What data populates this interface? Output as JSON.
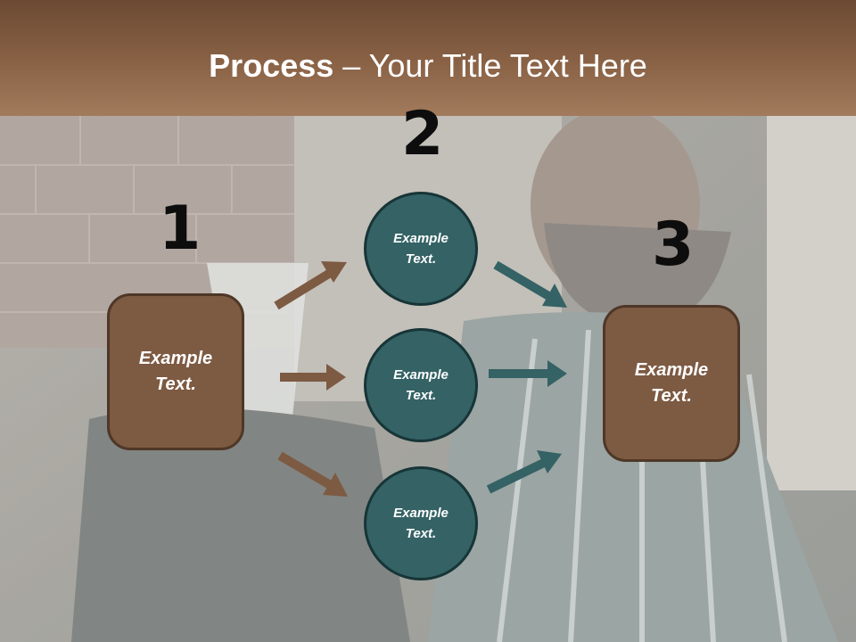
{
  "title": {
    "bold": "Process",
    "rest": " – Your Title Text Here"
  },
  "steps": {
    "n1": "1",
    "n2": "2",
    "n3": "3"
  },
  "left_box": {
    "text": "Example Text."
  },
  "circles": [
    {
      "text": "Example Text."
    },
    {
      "text": "Example Text."
    },
    {
      "text": "Example Text."
    }
  ],
  "right_box": {
    "text": "Example Text."
  },
  "colors": {
    "brown": "#7d5a42",
    "teal": "#346265",
    "header": "#8a6246"
  }
}
